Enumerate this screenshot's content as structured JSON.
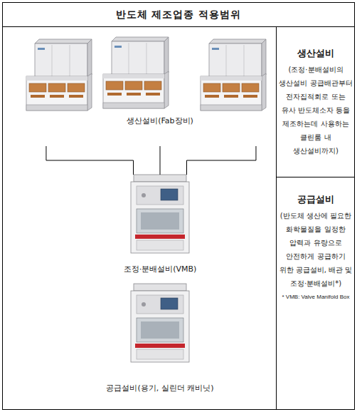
{
  "diagram": {
    "title": "반도체 제조업종 적용범위",
    "nodes": [
      {
        "text": [
          "생산설비(Fab장비)"
        ]
      },
      {
        "text": [
          "조정·분배설비(VMB)"
        ]
      },
      {
        "text": [
          "공급설비(용기, 실린더 캐비닛)"
        ]
      },
      {
        "text": [
          "생산설비",
          "(조정·분배설비의 생산설비 공급배관부터 전자집적회로 또는 유사 반도체소자 등을 제조하는데 사용하는 클린룸 내 생산설비까지)"
        ]
      },
      {
        "text": [
          "공급설비",
          "(반도체 생산에 필요한 화학물질을 일정한 압력과 유량으로 안전하게 공급하기 위한 공급설비, 배관 및 조정·분배설비*)",
          "* VMB: Valve Manifold Box"
        ]
      }
    ],
    "edges": [
      {
        "from": 0,
        "to": 1,
        "arrow": "none"
      }
    ]
  }
}
